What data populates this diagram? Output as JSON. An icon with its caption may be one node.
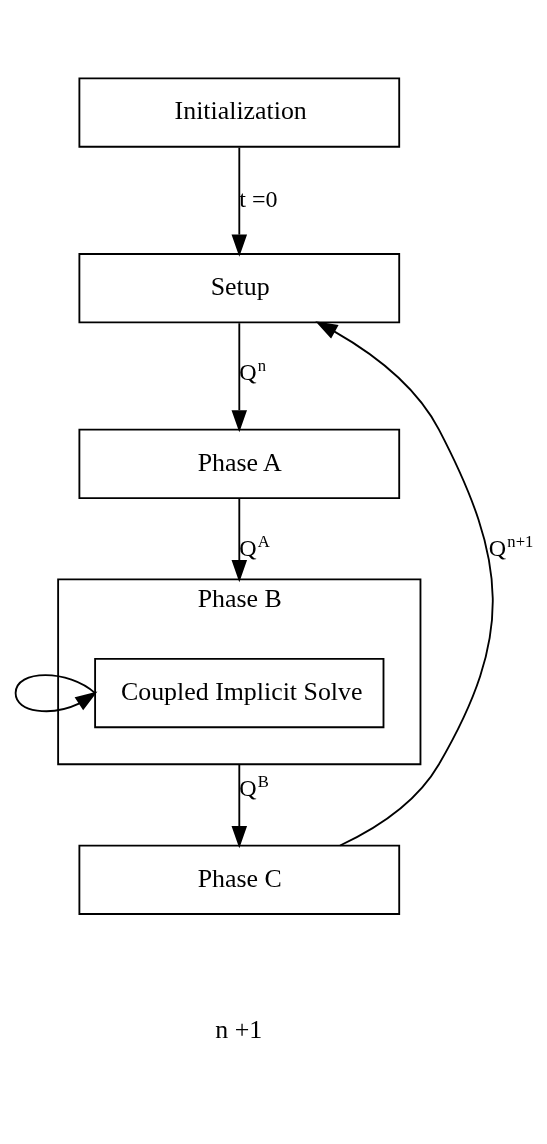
{
  "diagram": {
    "nodes": [
      {
        "text": [
          "Initialization"
        ]
      },
      {
        "text": [
          "Setup"
        ]
      },
      {
        "text": [
          "Phase A"
        ]
      },
      {
        "text": [
          "Phase B"
        ]
      },
      {
        "text": [
          "Coupled Implicit Solve"
        ],
        "in": 3
      },
      {
        "text": [
          "Phase C"
        ]
      }
    ],
    "edges": [
      {
        "from": 0,
        "to": 1,
        "arrow": "to",
        "label": "t =0"
      },
      {
        "from": 1,
        "to": 2,
        "arrow": "to",
        "label": "Q$^{n}$"
      },
      {
        "from": 2,
        "to": 3,
        "arrow": "to",
        "label": "Q$^{A}$"
      },
      {
        "from": 4,
        "to": 4,
        "arrow": "to"
      },
      {
        "from": 3,
        "to": 5,
        "arrow": "to",
        "label": "Q$^{B}$"
      },
      {
        "from": 5,
        "to": 1,
        "arrow": "to",
        "label": "Q$^{n+1}$"
      }
    ],
    "labels": [
      "n +1"
    ]
  }
}
